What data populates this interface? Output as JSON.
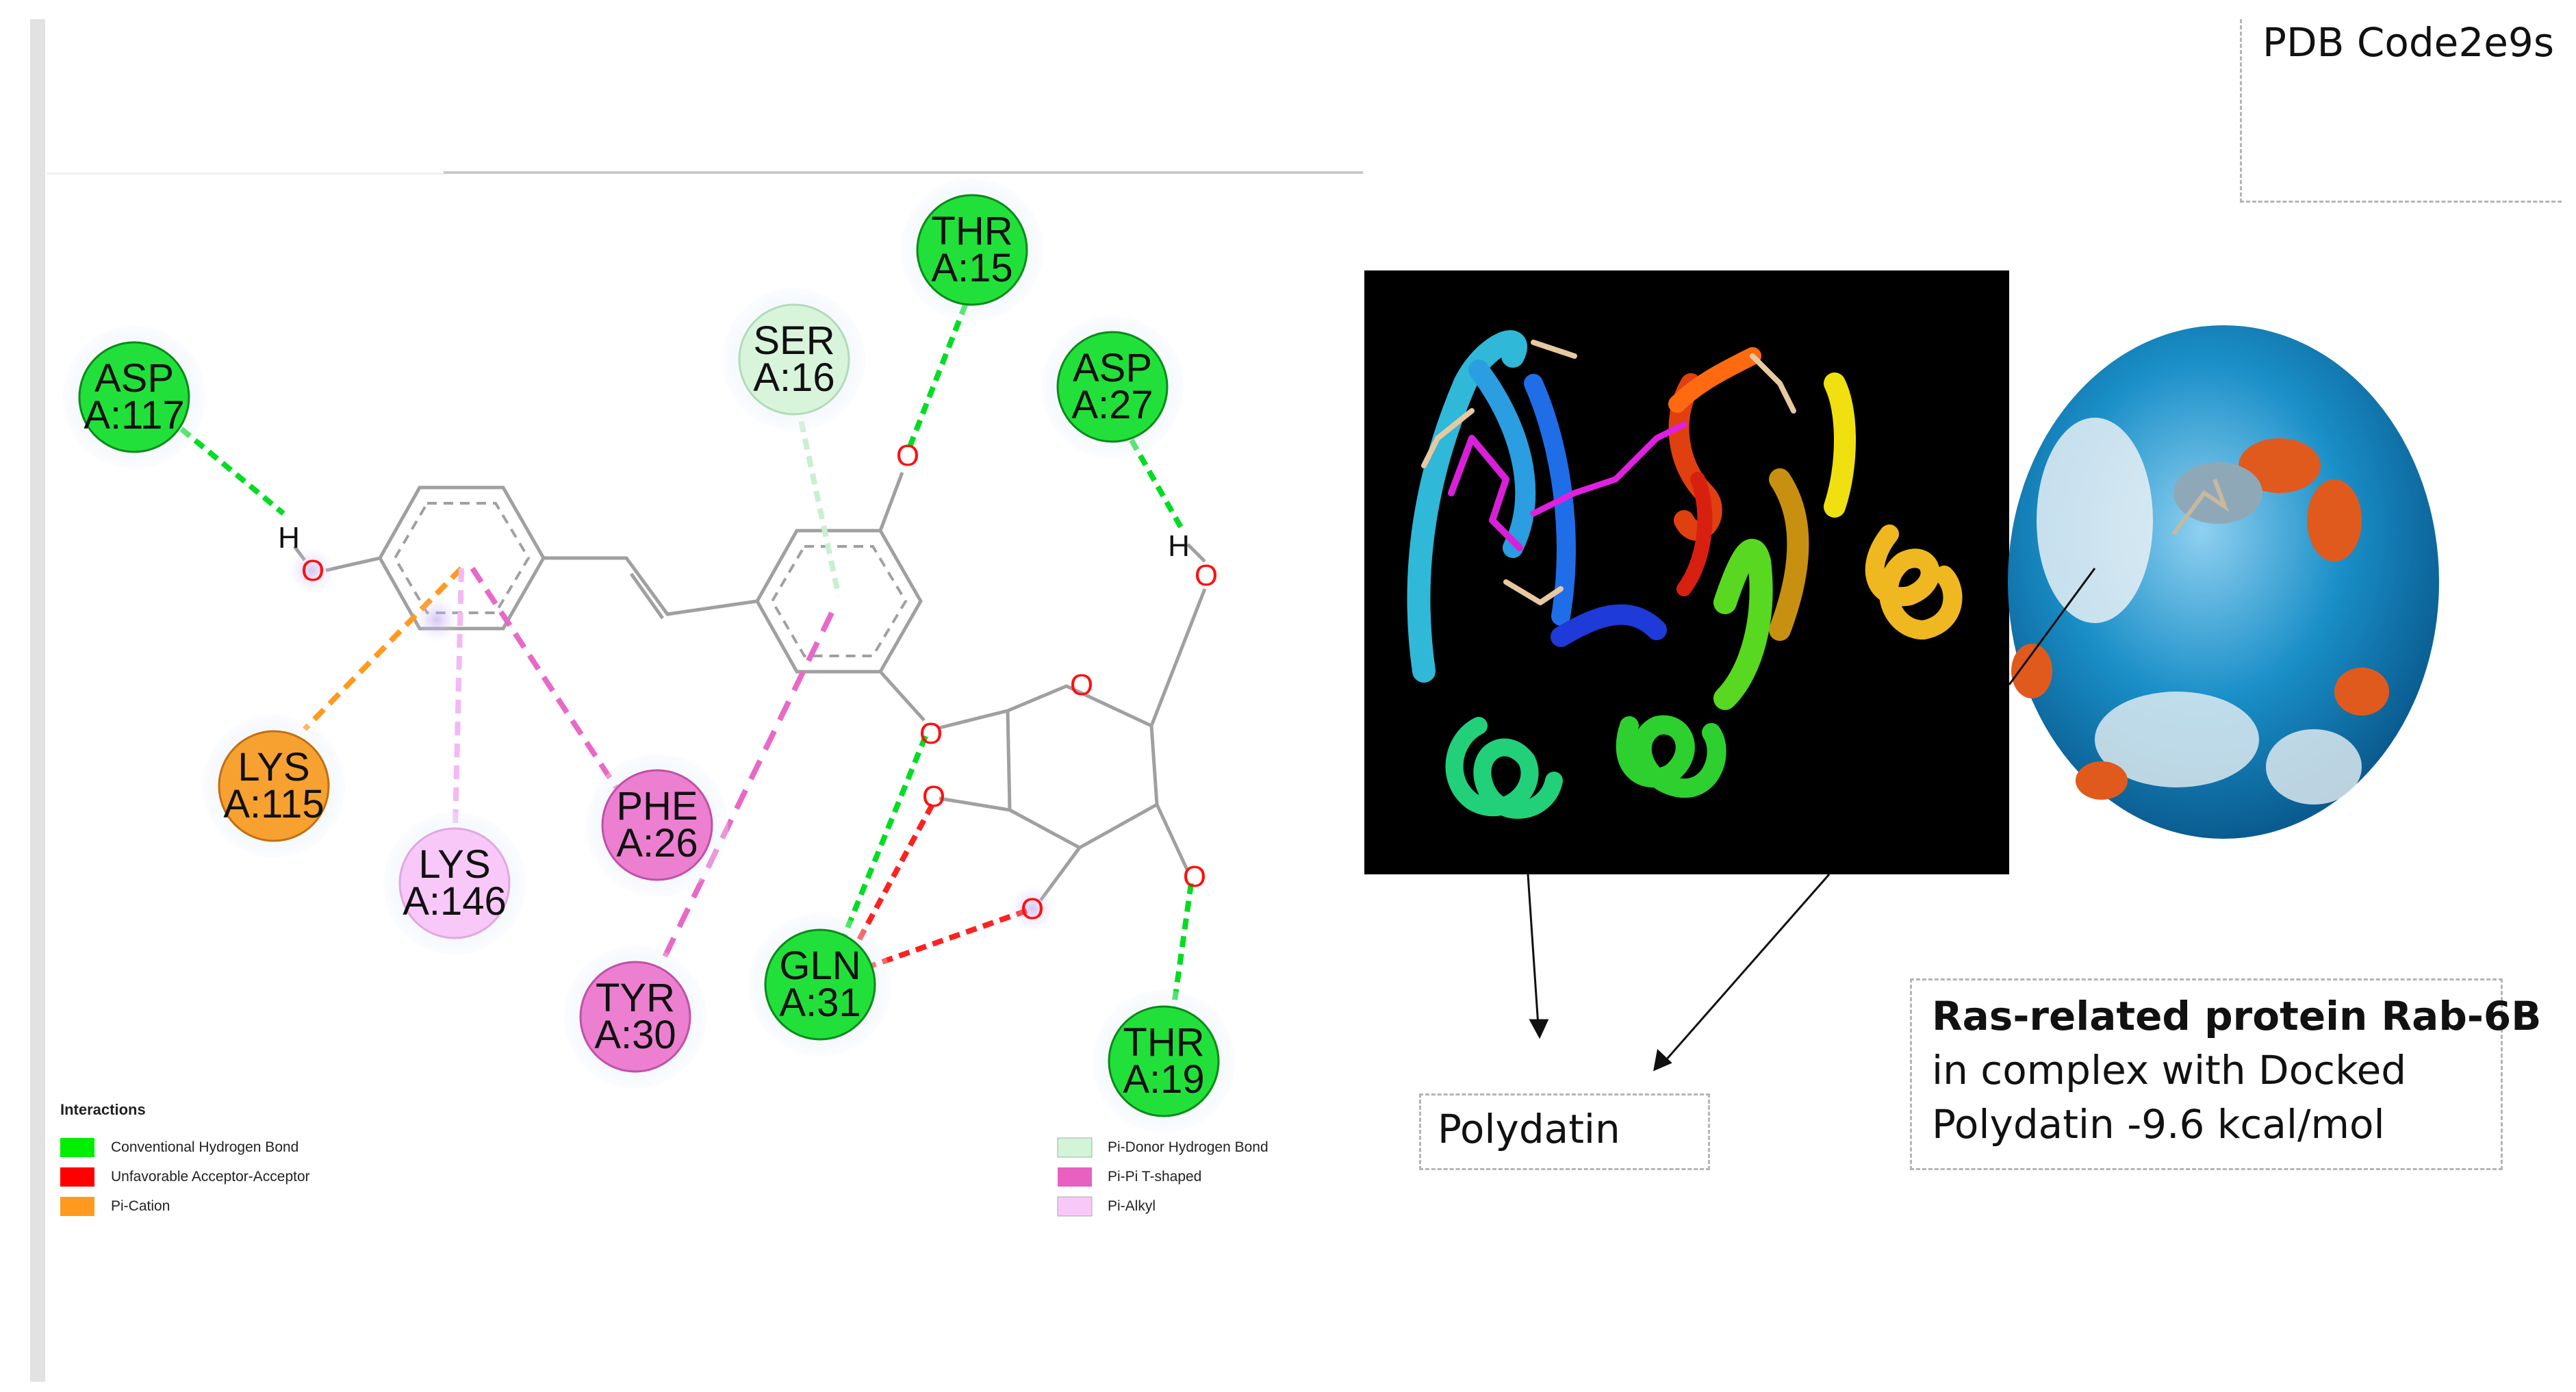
{
  "pdb_label": "PDB Code2e9s",
  "ligand_label": "Polydatin",
  "complex_caption": {
    "title": "Ras-related protein Rab-6B",
    "line2": "in complex with Docked",
    "line3": "Polydatin -9.6 kcal/mol"
  },
  "residues": [
    {
      "name": "ASP",
      "id": "A:117",
      "type": "hbond"
    },
    {
      "name": "SER",
      "id": "A:16",
      "type": "pi-donor"
    },
    {
      "name": "THR",
      "id": "A:15",
      "type": "hbond"
    },
    {
      "name": "ASP",
      "id": "A:27",
      "type": "hbond"
    },
    {
      "name": "LYS",
      "id": "A:115",
      "type": "pi-cation"
    },
    {
      "name": "LYS",
      "id": "A:146",
      "type": "pi-alkyl"
    },
    {
      "name": "PHE",
      "id": "A:26",
      "type": "pi-pi"
    },
    {
      "name": "TYR",
      "id": "A:30",
      "type": "pi-pi"
    },
    {
      "name": "GLN",
      "id": "A:31",
      "type": "hbond"
    },
    {
      "name": "THR",
      "id": "A:19",
      "type": "hbond"
    }
  ],
  "atoms": {
    "hydrogen": "H",
    "oxygen": "O"
  },
  "legend": {
    "title": "Interactions",
    "items": [
      {
        "label": "Conventional Hydrogen Bond",
        "color": "#00ee00"
      },
      {
        "label": "Unfavorable Acceptor-Acceptor",
        "color": "#ff0000"
      },
      {
        "label": "Pi-Cation",
        "color": "#ff9a1e"
      },
      {
        "label": "Pi-Donor Hydrogen Bond",
        "color": "#d0f5d8"
      },
      {
        "label": "Pi-Pi T-shaped",
        "color": "#e860c0"
      },
      {
        "label": "Pi-Alkyl",
        "color": "#f8c8f8"
      }
    ]
  },
  "colors": {
    "hbond": "#00ee00",
    "unfavorable": "#ff0000",
    "pi_cation": "#ff9a1e",
    "pi_donor": "#c8f0d0",
    "pi_pi": "#e060b8",
    "pi_alkyl": "#f4b8f4",
    "ribbon_background": "#000000",
    "surface_blue": "#1a8fc8",
    "surface_orange": "#e05a1e",
    "surface_white": "#e8f0f4"
  }
}
